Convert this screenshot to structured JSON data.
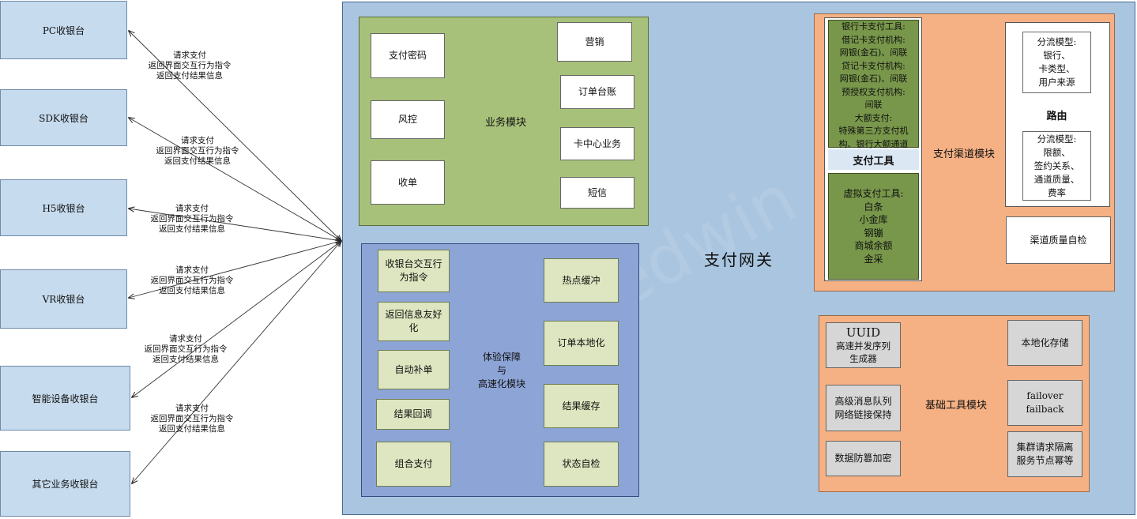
{
  "cashiers": [
    "PC收银台",
    "SDK收银台",
    "H5收银台",
    "VR收银台",
    "智能设备收银台",
    "其它业务收银台"
  ],
  "arrow_label": [
    "请求支付",
    "返回界面交互行为指令",
    "返回支付结果信息"
  ],
  "gateway": {
    "title": "支付网关",
    "watermark": "edwin"
  },
  "business": {
    "title": "业务模块",
    "left": [
      "支付密码",
      "风控",
      "收单"
    ],
    "right": [
      "营销",
      "订单台账",
      "卡中心业务",
      "短信"
    ]
  },
  "experience": {
    "title": "体验保障\n与\n高速化模块",
    "left": [
      "收银台交互行\n为指令",
      "返回信息友好\n化",
      "自动补单",
      "结果回调",
      "组合支付"
    ],
    "right": [
      "热点缓冲",
      "订单本地化",
      "结果缓存",
      "状态自检"
    ]
  },
  "channel": {
    "title": "支付渠道模块",
    "bank_tools": "银行卡支付工具:\n借记卡支付机构:\n网银(金石)、间联\n贷记卡支付机构:\n网银(金石)、间联\n预授权支付机构:\n间联\n大额支付:\n特殊第三方支付机\n构、银行大额通道",
    "pay_tools_label": "支付工具",
    "virtual_tools": "虚拟支付工具:\n白条\n小金库\n钢镚\n商城余额\n金采",
    "route_model1": "分流模型:\n银行、\n卡类型、\n用户来源",
    "route_label": "路由",
    "route_model2": "分流模型:\n限额、\n签约关系、\n通道质量、\n费率",
    "quality_check": "渠道质量自检"
  },
  "infra": {
    "title": "基础工具模块",
    "uuid_big": "UUID",
    "uuid_small": "高速并发序列\n生成器",
    "mq": "高级消息队列\n网络链接保持",
    "encrypt": "数据防篡加密",
    "local_storage": "本地化存储",
    "failover": "failover\nfailback",
    "cluster": "集群请求隔离\n服务节点幂等"
  },
  "colors": {
    "gateway_bg": "#a9c5e0",
    "business_bg": "#a8c17a",
    "experience_bg": "#8da4d6",
    "channel_bg": "#f5b184",
    "cashier_bg": "#c6dbee"
  }
}
